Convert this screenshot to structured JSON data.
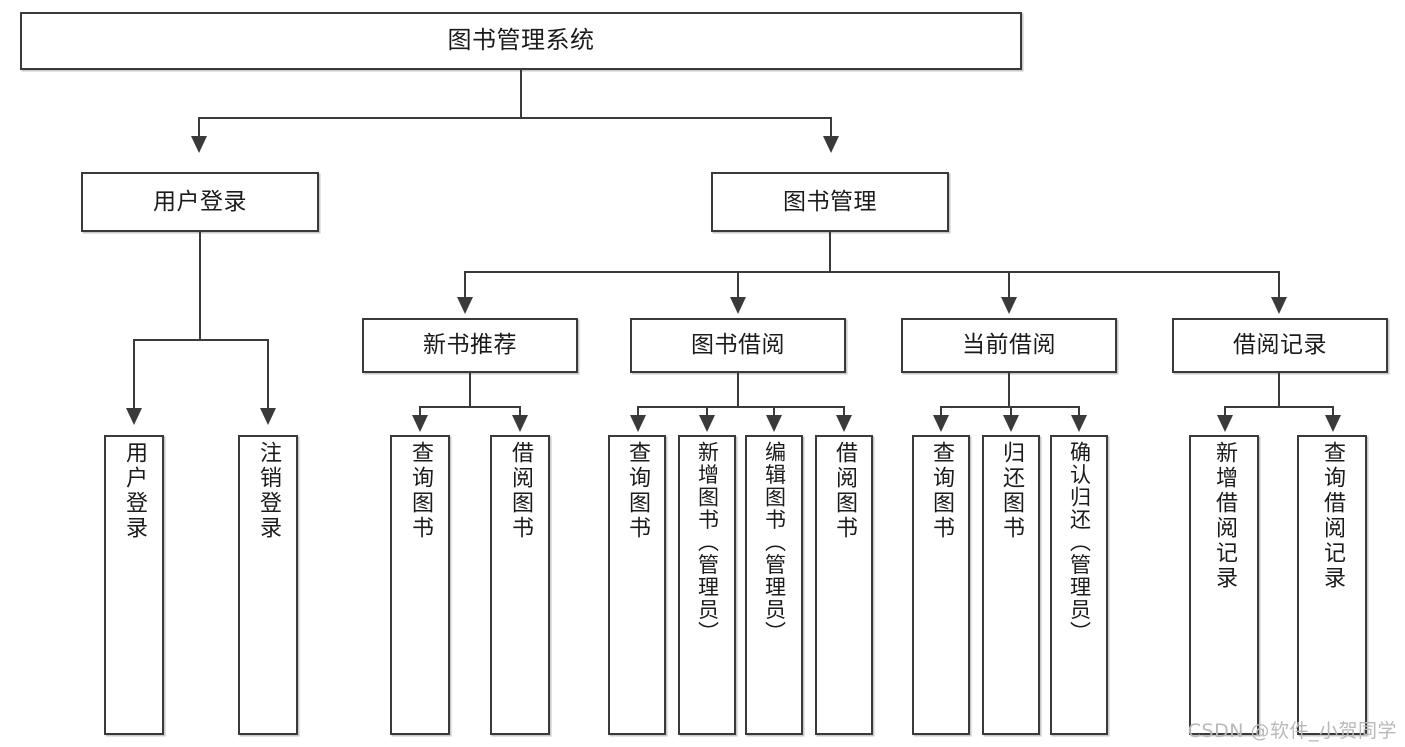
{
  "diagram": {
    "title": "图书管理系统",
    "type": "tree-structure-diagram",
    "root": {
      "label": "图书管理系统"
    },
    "level1": [
      {
        "label": "用户登录"
      },
      {
        "label": "图书管理"
      }
    ],
    "level2": [
      {
        "label": "新书推荐",
        "parent": "图书管理"
      },
      {
        "label": "图书借阅",
        "parent": "图书管理"
      },
      {
        "label": "当前借阅",
        "parent": "图书管理"
      },
      {
        "label": "借阅记录",
        "parent": "图书管理"
      }
    ],
    "leaves": {
      "user_login": [
        {
          "label": "用户登录"
        },
        {
          "label": "注销登录"
        }
      ],
      "new_book_recommend": [
        {
          "label": "查询图书"
        },
        {
          "label": "借阅图书"
        }
      ],
      "book_borrow": [
        {
          "label": "查询图书"
        },
        {
          "label": "新增图书（管理员）"
        },
        {
          "label": "编辑图书（管理员）"
        },
        {
          "label": "借阅图书"
        }
      ],
      "current_borrow": [
        {
          "label": "查询图书"
        },
        {
          "label": "归还图书"
        },
        {
          "label": "确认归还（管理员）"
        }
      ],
      "borrow_record": [
        {
          "label": "新增借阅记录"
        },
        {
          "label": "查询借阅记录"
        }
      ]
    }
  },
  "watermark": {
    "text": "CSDN @软件_小贺同学"
  },
  "colors": {
    "background": "#ffffff",
    "box_border": "#3a3a3a",
    "box_fill": "#ffffff",
    "connector": "#3a3a3a",
    "text": "#1b1b1b",
    "watermark": "#b9b9b9"
  }
}
